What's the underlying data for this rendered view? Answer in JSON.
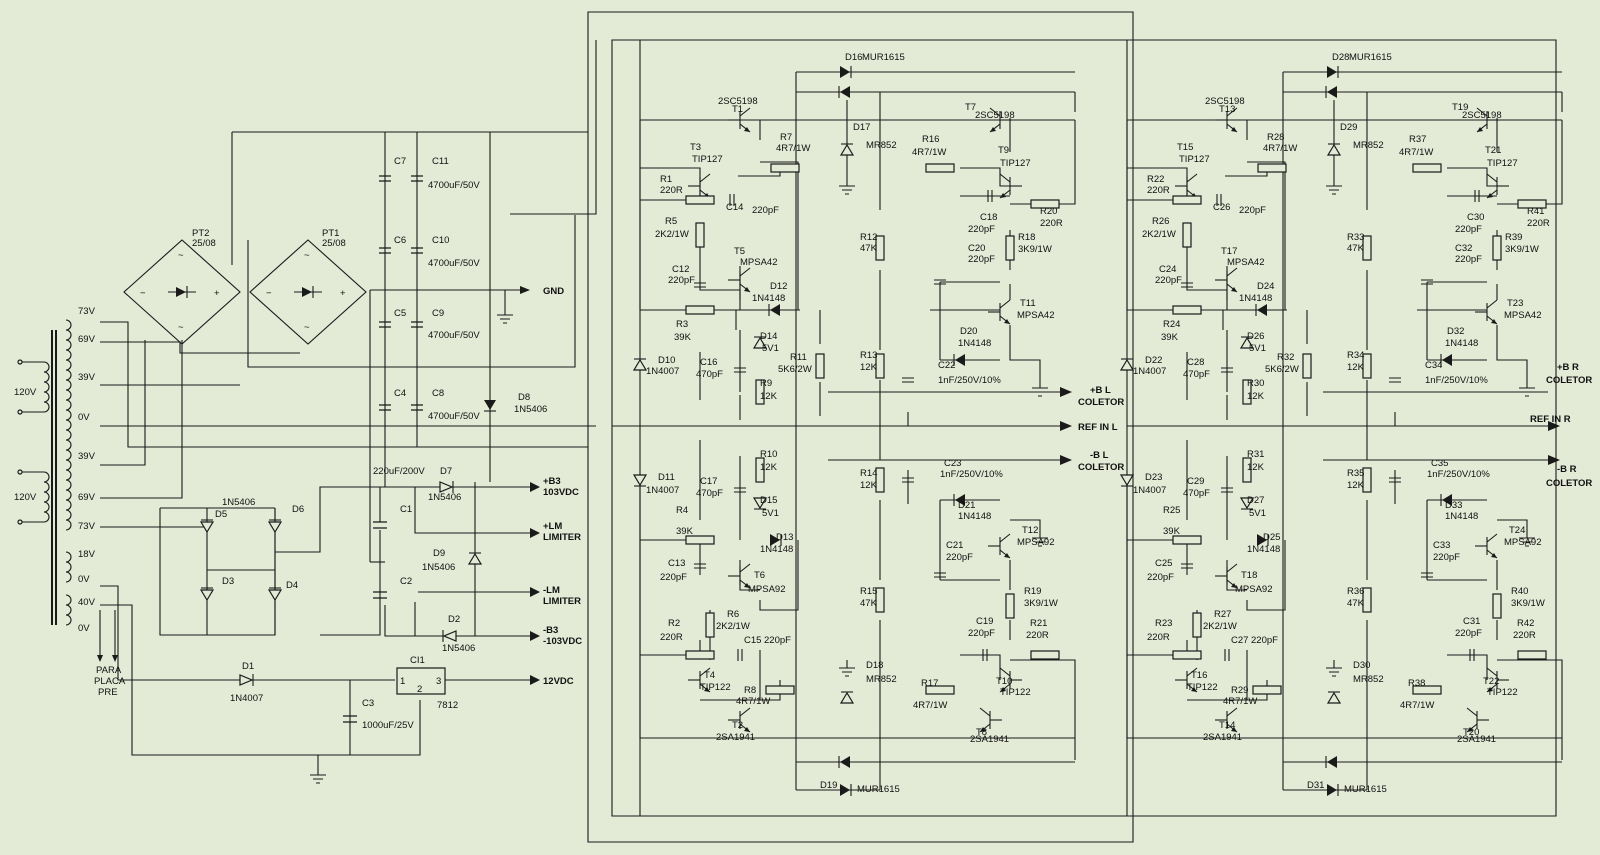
{
  "transformer": {
    "primary_label_1": "120V",
    "primary_label_2": "120V",
    "taps": [
      "73V",
      "69V",
      "39V",
      "0V",
      "39V",
      "69V",
      "73V",
      "18V",
      "0V",
      "40V",
      "0V"
    ],
    "to_preamp": [
      "PARA",
      "PLACA",
      "PRE"
    ]
  },
  "bridges": [
    {
      "name": "PT2",
      "part": "25/08"
    },
    {
      "name": "PT1",
      "part": "25/08"
    }
  ],
  "supply": {
    "caps_left": [
      "C7",
      "C6",
      "C5",
      "C4"
    ],
    "caps_right": [
      {
        "ref": "C11",
        "value": "4700uF/50V"
      },
      {
        "ref": "C10",
        "value": "4700uF/50V"
      },
      {
        "ref": "C9",
        "value": "4700uF/50V"
      },
      {
        "ref": "C8",
        "value": "4700uF/50V"
      }
    ],
    "d8": {
      "ref": "D8",
      "part": "1N5406"
    },
    "gnd_label": "GND",
    "bridge_diodes_label": "1N5406",
    "bridge_diodes": [
      "D5",
      "D6",
      "D3",
      "D4"
    ],
    "c1": {
      "ref": "C1",
      "value": "220uF/200V"
    },
    "c2": "C2",
    "d7": {
      "ref": "D7",
      "part": "1N5406"
    },
    "d9": {
      "ref": "D9",
      "part": "1N5406"
    },
    "d2": {
      "ref": "D2",
      "part": "1N5406"
    },
    "d1": {
      "ref": "D1",
      "part": "1N4007"
    },
    "regulator": {
      "ref": "CI1",
      "part": "7812",
      "pins": [
        "1",
        "2",
        "3"
      ]
    },
    "c3": {
      "ref": "C3",
      "value": "1000uF/25V"
    },
    "outputs": {
      "b3_pos": [
        "+B3",
        "103VDC"
      ],
      "lm_pos": [
        "+LM",
        "LIMITER"
      ],
      "lm_neg": [
        "-LM",
        "LIMITER"
      ],
      "b3_neg": [
        "-B3",
        "-103VDC"
      ],
      "reg_out": "12VDC"
    }
  },
  "channel_left": {
    "top": [
      {
        "ref": "D16",
        "part": "MUR1615"
      },
      {
        "ref": "T1",
        "part": "2SC5198"
      },
      {
        "ref": "R7",
        "value": "4R7/1W"
      },
      {
        "ref": "D17",
        "part": "MR852"
      },
      {
        "ref": "T3",
        "part": "TIP127"
      },
      {
        "ref": "R1",
        "value": "220R"
      },
      {
        "ref": "C14",
        "value": "220pF"
      },
      {
        "ref": "R5",
        "value": "2K2/1W"
      },
      {
        "ref": "T5",
        "part": "MPSA42"
      },
      {
        "ref": "C12",
        "value": "220pF"
      },
      {
        "ref": "D12",
        "part": "1N4148"
      },
      {
        "ref": "R3",
        "value": "39K"
      },
      {
        "ref": "D14",
        "part": "5V1"
      },
      {
        "ref": "D10",
        "part": "1N4007"
      },
      {
        "ref": "C16",
        "value": "470pF"
      },
      {
        "ref": "R9",
        "value": "12K"
      },
      {
        "ref": "R11",
        "value": "5K6/2W"
      },
      {
        "ref": "R12",
        "value": "47K"
      },
      {
        "ref": "R13",
        "value": "12K"
      },
      {
        "ref": "T7",
        "part": "2SC5198"
      },
      {
        "ref": "R16",
        "value": "4R7/1W"
      },
      {
        "ref": "T9",
        "part": "TIP127"
      },
      {
        "ref": "C18",
        "value": "220pF"
      },
      {
        "ref": "R20",
        "value": "220R"
      },
      {
        "ref": "R18",
        "value": "3K9/1W"
      },
      {
        "ref": "C20",
        "value": "220pF"
      },
      {
        "ref": "T11",
        "part": "MPSA42"
      },
      {
        "ref": "D20",
        "part": "1N4148"
      },
      {
        "ref": "C22",
        "value": "1nF/250V/10%"
      }
    ],
    "bottom": [
      {
        "ref": "D11",
        "part": "1N4007"
      },
      {
        "ref": "R10",
        "value": "12K"
      },
      {
        "ref": "C17",
        "value": "470pF"
      },
      {
        "ref": "D15",
        "part": "5V1"
      },
      {
        "ref": "R4",
        "value": "39K"
      },
      {
        "ref": "D13",
        "part": "1N4148"
      },
      {
        "ref": "C13",
        "value": "220pF"
      },
      {
        "ref": "T6",
        "part": "MPSA92"
      },
      {
        "ref": "R2",
        "value": "220R"
      },
      {
        "ref": "R6",
        "value": "2K2/1W"
      },
      {
        "ref": "C15",
        "value": "220pF"
      },
      {
        "ref": "T4",
        "part": "TIP122"
      },
      {
        "ref": "R8",
        "value": "4R7/1W"
      },
      {
        "ref": "T2",
        "part": "2SA1941"
      },
      {
        "ref": "D18",
        "part": "MR852"
      },
      {
        "ref": "D19",
        "part": "MUR1615"
      },
      {
        "ref": "R14",
        "value": "12K"
      },
      {
        "ref": "R15",
        "value": "47K"
      },
      {
        "ref": "C23",
        "value": "1nF/250V/10%"
      },
      {
        "ref": "D21",
        "part": "1N4148"
      },
      {
        "ref": "T12",
        "part": "MPSA92"
      },
      {
        "ref": "C21",
        "value": "220pF"
      },
      {
        "ref": "R19",
        "value": "3K9/1W"
      },
      {
        "ref": "C19",
        "value": "220pF"
      },
      {
        "ref": "R21",
        "value": "220R"
      },
      {
        "ref": "R17",
        "value": "4R7/1W"
      },
      {
        "ref": "T10",
        "part": "TIP122"
      },
      {
        "ref": "T8",
        "part": "2SA1941"
      }
    ],
    "outputs": {
      "pos": [
        "+B  L",
        "COLETOR"
      ],
      "ref": "REF  IN  L",
      "neg": [
        "-B  L",
        "COLETOR"
      ]
    }
  },
  "channel_right": {
    "top": [
      {
        "ref": "D28",
        "part": "MUR1615"
      },
      {
        "ref": "T13",
        "part": "2SC5198"
      },
      {
        "ref": "R28",
        "value": "4R7/1W"
      },
      {
        "ref": "D29",
        "part": "MR852"
      },
      {
        "ref": "T15",
        "part": "TIP127"
      },
      {
        "ref": "R22",
        "value": "220R"
      },
      {
        "ref": "C26",
        "value": "220pF"
      },
      {
        "ref": "R26",
        "value": "2K2/1W"
      },
      {
        "ref": "T17",
        "part": "MPSA42"
      },
      {
        "ref": "C24",
        "value": "220pF"
      },
      {
        "ref": "D24",
        "part": "1N4148"
      },
      {
        "ref": "R24",
        "value": "39K"
      },
      {
        "ref": "D26",
        "part": "5V1"
      },
      {
        "ref": "D22",
        "part": "1N4007"
      },
      {
        "ref": "C28",
        "value": "470pF"
      },
      {
        "ref": "R30",
        "value": "12K"
      },
      {
        "ref": "R32",
        "value": "5K6/2W"
      },
      {
        "ref": "R33",
        "value": "47K"
      },
      {
        "ref": "R34",
        "value": "12K"
      },
      {
        "ref": "T19",
        "part": "2SC5198"
      },
      {
        "ref": "R37",
        "value": "4R7/1W"
      },
      {
        "ref": "T21",
        "part": "TIP127"
      },
      {
        "ref": "C30",
        "value": "220pF"
      },
      {
        "ref": "R41",
        "value": "220R"
      },
      {
        "ref": "R39",
        "value": "3K9/1W"
      },
      {
        "ref": "C32",
        "value": "220pF"
      },
      {
        "ref": "T23",
        "part": "MPSA42"
      },
      {
        "ref": "D32",
        "part": "1N4148"
      },
      {
        "ref": "C34",
        "value": "1nF/250V/10%"
      }
    ],
    "bottom": [
      {
        "ref": "D23",
        "part": "1N4007"
      },
      {
        "ref": "R31",
        "value": "12K"
      },
      {
        "ref": "C29",
        "value": "470pF"
      },
      {
        "ref": "D27",
        "part": "5V1"
      },
      {
        "ref": "R25",
        "value": "39K"
      },
      {
        "ref": "D25",
        "part": "1N4148"
      },
      {
        "ref": "C25",
        "value": "220pF"
      },
      {
        "ref": "T18",
        "part": "MPSA92"
      },
      {
        "ref": "R23",
        "value": "220R"
      },
      {
        "ref": "R27",
        "value": "2K2/1W"
      },
      {
        "ref": "C27",
        "value": "220pF"
      },
      {
        "ref": "T16",
        "part": "TIP122"
      },
      {
        "ref": "R29",
        "value": "4R7/1W"
      },
      {
        "ref": "T14",
        "part": "2SA1941"
      },
      {
        "ref": "D30",
        "part": "MR852"
      },
      {
        "ref": "D31",
        "part": "MUR1615"
      },
      {
        "ref": "R35",
        "value": "12K"
      },
      {
        "ref": "R36",
        "value": "47K"
      },
      {
        "ref": "C35",
        "value": "1nF/250V/10%"
      },
      {
        "ref": "D33",
        "part": "1N4148"
      },
      {
        "ref": "T24",
        "part": "MPSA92"
      },
      {
        "ref": "C33",
        "value": "220pF"
      },
      {
        "ref": "R40",
        "value": "3K9/1W"
      },
      {
        "ref": "C31",
        "value": "220pF"
      },
      {
        "ref": "R42",
        "value": "220R"
      },
      {
        "ref": "R38",
        "value": "4R7/1W"
      },
      {
        "ref": "T22",
        "part": "TIP122"
      },
      {
        "ref": "T20",
        "part": "2SA1941"
      }
    ],
    "outputs": {
      "pos": [
        "+B  R",
        "COLETOR"
      ],
      "ref": "REF  IN  R",
      "neg": [
        "-B  R",
        "COLETOR"
      ]
    }
  }
}
